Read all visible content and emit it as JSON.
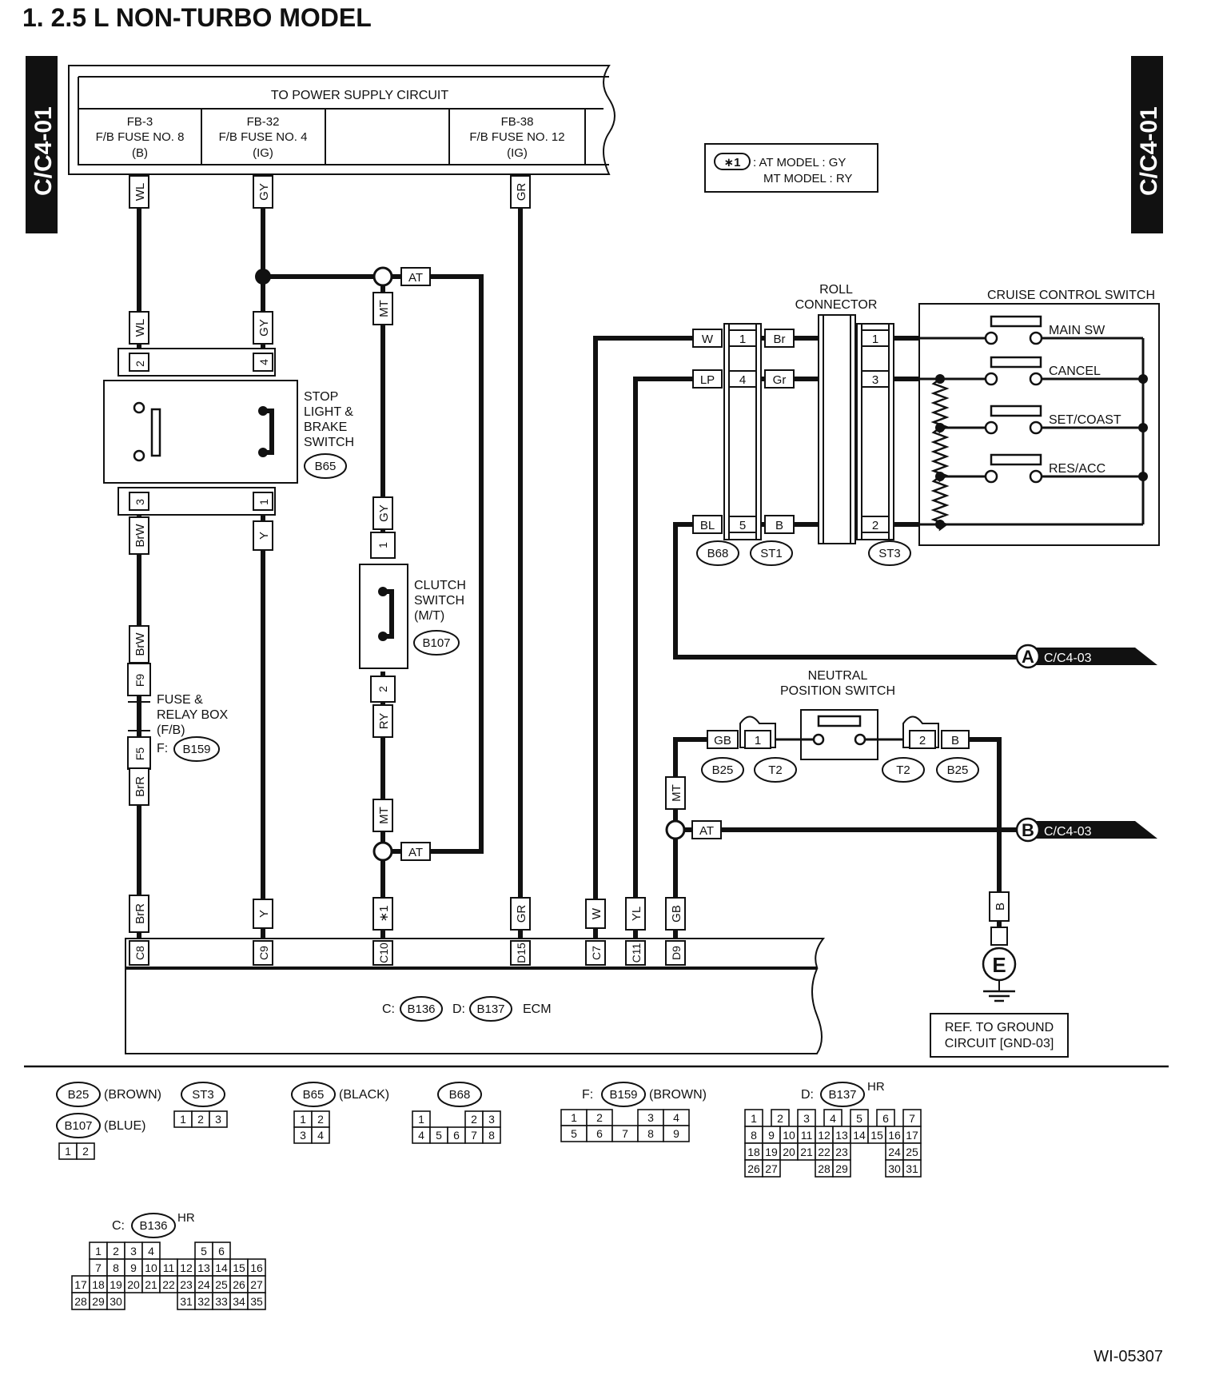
{
  "page": {
    "title": "1.  2.5 L NON-TURBO MODEL",
    "side_tab": "C/C4-01",
    "figure_id": "WI-05307"
  },
  "power_supply": {
    "title": "TO POWER SUPPLY CIRCUIT",
    "fuses": [
      {
        "line1": "FB-3",
        "line2": "F/B FUSE NO. 8",
        "line3": "(B)"
      },
      {
        "line1": "FB-32",
        "line2": "F/B FUSE NO. 4",
        "line3": "(IG)"
      },
      {
        "line1": "FB-38",
        "line2": "F/B FUSE NO. 12",
        "line3": "(IG)"
      }
    ]
  },
  "note": {
    "symbol": "∗1",
    "line1": ": AT MODEL : GY",
    "line2": "MT MODEL : RY"
  },
  "components": {
    "stop_light": {
      "label": [
        "STOP",
        "LIGHT &",
        "BRAKE",
        "SWITCH"
      ],
      "connector": "B65",
      "pins": [
        "2",
        "4",
        "3",
        "1"
      ]
    },
    "clutch": {
      "label": [
        "CLUTCH",
        "SWITCH",
        "(M/T)"
      ],
      "connector": "B107",
      "pins": [
        "1",
        "2"
      ]
    },
    "fuse_relay": {
      "label": [
        "FUSE &",
        "RELAY BOX",
        "(F/B)"
      ],
      "prefix": "F:",
      "connector": "B159",
      "fuses": [
        "F9",
        "F5"
      ]
    },
    "roll": {
      "label": [
        "ROLL",
        "CONNECTOR"
      ],
      "connectors": [
        "B68",
        "ST1",
        "ST3"
      ]
    },
    "cruise": {
      "title": "CRUISE CONTROL SWITCH",
      "switches": [
        "MAIN SW",
        "CANCEL",
        "SET/COAST",
        "RES/ACC"
      ]
    },
    "neutral": {
      "label": [
        "NEUTRAL",
        "POSITION SWITCH"
      ],
      "connectors": [
        "B25",
        "T2",
        "T2",
        "B25"
      ]
    },
    "ecm": {
      "label": "ECM",
      "prefix_c": "C:",
      "conn_c": "B136",
      "prefix_d": "D:",
      "conn_d": "B137"
    },
    "ground": {
      "symbol": "E",
      "ref": [
        "REF. TO GROUND",
        "CIRCUIT [GND-03]"
      ]
    },
    "refs": [
      {
        "letter": "A",
        "target": "C/C4-03"
      },
      {
        "letter": "B",
        "target": "C/C4-03"
      }
    ]
  },
  "wires": {
    "WL": "WL",
    "GY": "GY",
    "GR": "GR",
    "MT": "MT",
    "AT": "AT",
    "BrW": "BrW",
    "BrR": "BrR",
    "Y": "Y",
    "RY": "RY",
    "W": "W",
    "LP": "LP",
    "BL": "BL",
    "Br": "Br",
    "Gr": "Gr",
    "B": "B",
    "GB": "GB",
    "YL": "YL",
    "star1": "∗1"
  },
  "roll_pins": {
    "left": [
      "1",
      "4",
      "5"
    ],
    "right": [
      "1",
      "3",
      "2"
    ]
  },
  "neutral_pins": [
    "1",
    "2"
  ],
  "ecm_pins": [
    "C8",
    "C9",
    "C10",
    "D15",
    "C7",
    "C11",
    "D9"
  ],
  "legend": {
    "b25": {
      "name": "B25",
      "color": "(BROWN)"
    },
    "st3": {
      "name": "ST3",
      "pins": [
        "1",
        "2",
        "3"
      ]
    },
    "b107": {
      "name": "B107",
      "color": "(BLUE)",
      "pins": [
        "1",
        "2"
      ]
    },
    "b65": {
      "name": "B65",
      "color": "(BLACK)",
      "pins": [
        "1",
        "2",
        "3",
        "4"
      ]
    },
    "b68": {
      "name": "B68",
      "pins": [
        "1",
        "2",
        "3",
        "4",
        "5",
        "6",
        "7",
        "8"
      ]
    },
    "b159": {
      "prefix": "F:",
      "name": "B159",
      "color": "(BROWN)",
      "pins": [
        "1",
        "2",
        "3",
        "4",
        "5",
        "6",
        "7",
        "8",
        "9"
      ]
    },
    "b137": {
      "prefix": "D:",
      "name": "B137",
      "suffix": "HR",
      "rows": [
        [
          "1",
          "2",
          "3",
          "4",
          "5",
          "6",
          "7"
        ],
        [
          "8",
          "9",
          "10",
          "11",
          "12",
          "13",
          "14",
          "15",
          "16",
          "17"
        ],
        [
          "18",
          "19",
          "20",
          "21",
          "22",
          "23",
          "24",
          "25"
        ],
        [
          "26",
          "27",
          "28",
          "29",
          "30",
          "31"
        ]
      ]
    },
    "b136": {
      "prefix": "C:",
      "name": "B136",
      "suffix": "HR",
      "rows": [
        [
          "1",
          "2",
          "3",
          "4",
          "5",
          "6"
        ],
        [
          "7",
          "8",
          "9",
          "10",
          "11",
          "12",
          "13",
          "14",
          "15",
          "16"
        ],
        [
          "17",
          "18",
          "19",
          "20",
          "21",
          "22",
          "23",
          "24",
          "25",
          "26",
          "27"
        ],
        [
          "28",
          "29",
          "30",
          "31",
          "32",
          "33",
          "34",
          "35"
        ]
      ]
    }
  }
}
